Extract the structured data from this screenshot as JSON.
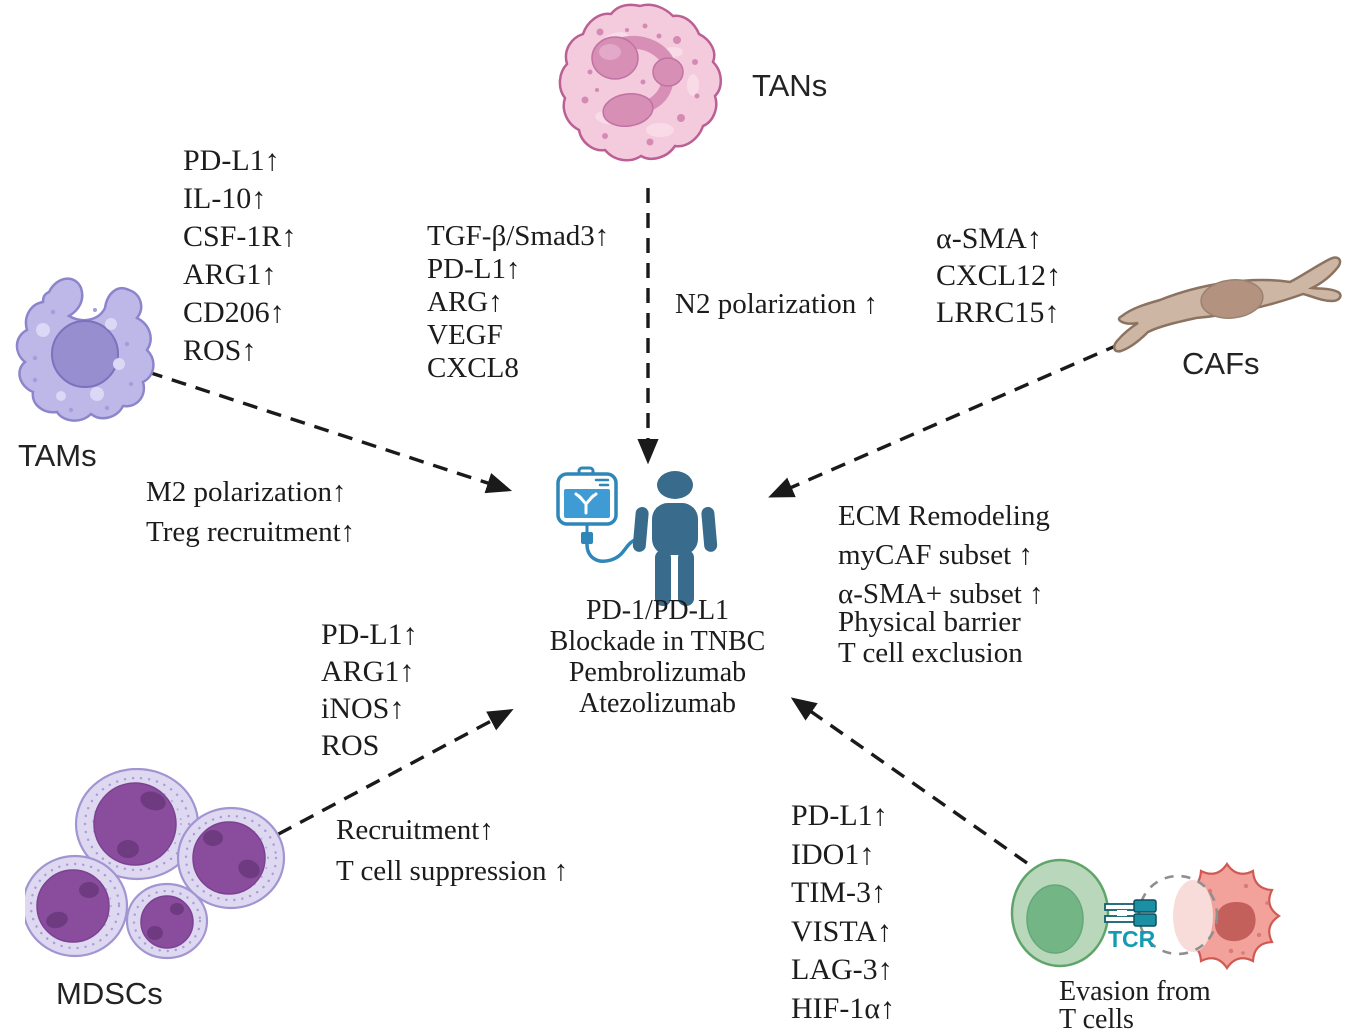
{
  "tans": {
    "label": "TANs",
    "secreted_markers": [
      "TGF-β/Smad3↑",
      "PD-L1↑",
      "ARG↑",
      "VEGF",
      "CXCL8"
    ],
    "effect": "N2 polarization ↑"
  },
  "tams": {
    "label": "TAMs",
    "markers": [
      "PD-L1↑",
      "IL-10↑",
      "CSF-1R↑",
      "ARG1↑",
      "CD206↑",
      "ROS↑"
    ],
    "effects": [
      "M2 polarization↑",
      "Treg recruitment↑"
    ]
  },
  "cafs": {
    "label": "CAFs",
    "markers": [
      "α-SMA↑",
      "CXCL12↑",
      "LRRC15↑"
    ],
    "effects": [
      "ECM Remodeling",
      "myCAF subset ↑",
      "α-SMA+ subset ↑",
      "Physical barrier",
      "T cell exclusion"
    ]
  },
  "mdscs": {
    "label": "MDSCs",
    "markers": [
      "PD-L1↑",
      "ARG1↑",
      "iNOS↑",
      "ROS"
    ],
    "effects": [
      "Recruitment↑",
      "T cell suppression ↑"
    ]
  },
  "t_cells": {
    "markers": [
      "PD-L1↑",
      "IDO1↑",
      "TIM-3↑",
      "VISTA↑",
      "LAG-3↑",
      "HIF-1α↑"
    ],
    "receptor_label": "TCR",
    "caption_line1": "Evasion from",
    "caption_line2": "T cells"
  },
  "treatment": {
    "line1": "PD-1/PD-L1",
    "line2": "Blockade in TNBC",
    "line3": "Pembrolizumab",
    "line4": "Atezolizumab"
  },
  "colors": {
    "arrow_black": "#1a1a1a",
    "person_blue": "#396b8c",
    "iv_bag_blue": "#3f9bd3",
    "tcr_teal": "#149ab1",
    "tan_cell_pink": "#f4cbdd",
    "tam_cell_purple": "#bdb8e7",
    "caf_cell_tan": "#cdb6a4",
    "mdsc_cell_purple": "#8a4d9e",
    "t_cell_green": "#b9d7bb",
    "tumor_cell_pink": "#f2a19b"
  }
}
